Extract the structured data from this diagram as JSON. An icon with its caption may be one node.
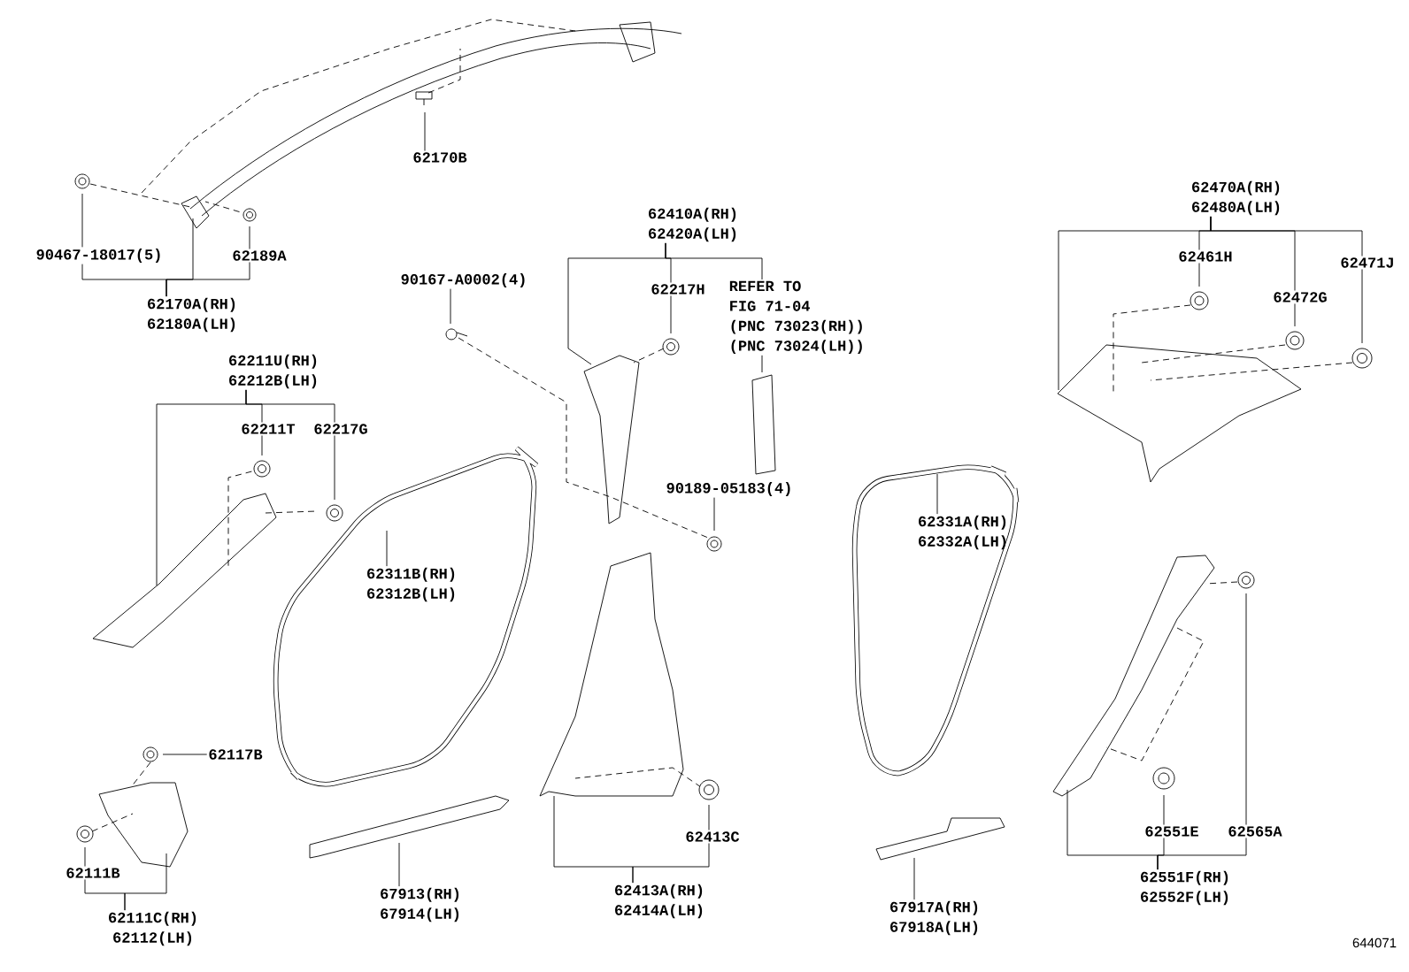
{
  "diagram": {
    "nodes": [
      {
        "text": [
          "62170B"
        ]
      },
      {
        "text": [
          "90467-18017(5)"
        ]
      },
      {
        "text": [
          "62189A"
        ]
      },
      {
        "text": [
          "62170A(RH)",
          "62180A(LH)"
        ]
      },
      {
        "text": [
          "62211U(RH)",
          "62212B(LH)"
        ]
      },
      {
        "text": [
          "62211T"
        ]
      },
      {
        "text": [
          "62217G"
        ]
      },
      {
        "text": [
          "62117B"
        ]
      },
      {
        "text": [
          "62111B"
        ]
      },
      {
        "text": [
          "62111C(RH)",
          "62112(LH)"
        ]
      },
      {
        "text": [
          "62311B(RH)",
          "62312B(LH)"
        ]
      },
      {
        "text": [
          "67913(RH)",
          "67914(LH)"
        ]
      },
      {
        "text": [
          "90167-A0002(4)"
        ]
      },
      {
        "text": [
          "62410A(RH)",
          "62420A(LH)"
        ]
      },
      {
        "text": [
          "62217H"
        ]
      },
      {
        "text": [
          "REFER TO",
          "FIG 71-04",
          "(PNC 73023(RH))",
          "(PNC 73024(LH))"
        ]
      },
      {
        "text": [
          "90189-05183(4)"
        ]
      },
      {
        "text": [
          "62413C"
        ]
      },
      {
        "text": [
          "62413A(RH)",
          "62414A(LH)"
        ]
      },
      {
        "text": [
          "62331A(RH)",
          "62332A(LH)"
        ]
      },
      {
        "text": [
          "67917A(RH)",
          "67918A(LH)"
        ]
      },
      {
        "text": [
          "62470A(RH)",
          "62480A(LH)"
        ]
      },
      {
        "text": [
          "62461H"
        ]
      },
      {
        "text": [
          "62472G"
        ]
      },
      {
        "text": [
          "62471J"
        ]
      },
      {
        "text": [
          "62551E"
        ]
      },
      {
        "text": [
          "62565A"
        ]
      },
      {
        "text": [
          "62551F(RH)",
          "62552F(LH)"
        ]
      }
    ],
    "edges": [
      {
        "from": 0,
        "to": null,
        "arrow": "none"
      },
      {
        "from": 1,
        "to": null,
        "arrow": "none"
      },
      {
        "from": 2,
        "to": null,
        "arrow": "none"
      },
      {
        "from": 3,
        "to": 1,
        "arrow": "none"
      },
      {
        "from": 3,
        "to": 2,
        "arrow": "none"
      },
      {
        "from": 3,
        "to": null,
        "arrow": "none"
      },
      {
        "from": 4,
        "to": 5,
        "arrow": "none"
      },
      {
        "from": 4,
        "to": 6,
        "arrow": "none"
      },
      {
        "from": 4,
        "to": null,
        "arrow": "none"
      },
      {
        "from": 5,
        "to": null,
        "arrow": "none"
      },
      {
        "from": 6,
        "to": null,
        "arrow": "none"
      },
      {
        "from": 7,
        "to": null,
        "arrow": "none"
      },
      {
        "from": 8,
        "to": null,
        "arrow": "none"
      },
      {
        "from": 9,
        "to": 8,
        "arrow": "none"
      },
      {
        "from": 9,
        "to": null,
        "arrow": "none"
      },
      {
        "from": 10,
        "to": null,
        "arrow": "none"
      },
      {
        "from": 11,
        "to": null,
        "arrow": "none"
      },
      {
        "from": 12,
        "to": null,
        "arrow": "none"
      },
      {
        "from": 13,
        "to": null,
        "arrow": "none"
      },
      {
        "from": 13,
        "to": 14,
        "arrow": "none"
      },
      {
        "from": 13,
        "to": 15,
        "arrow": "none"
      },
      {
        "from": 14,
        "to": null,
        "arrow": "none"
      },
      {
        "from": 15,
        "to": null,
        "arrow": "none"
      },
      {
        "from": 16,
        "to": null,
        "arrow": "none"
      },
      {
        "from": 17,
        "to": null,
        "arrow": "none"
      },
      {
        "from": 18,
        "to": 17,
        "arrow": "none"
      },
      {
        "from": 18,
        "to": null,
        "arrow": "none"
      },
      {
        "from": 19,
        "to": null,
        "arrow": "none"
      },
      {
        "from": 20,
        "to": null,
        "arrow": "none"
      },
      {
        "from": 21,
        "to": null,
        "arrow": "none"
      },
      {
        "from": 21,
        "to": 22,
        "arrow": "none"
      },
      {
        "from": 21,
        "to": 23,
        "arrow": "none"
      },
      {
        "from": 21,
        "to": 24,
        "arrow": "none"
      },
      {
        "from": 22,
        "to": null,
        "arrow": "none"
      },
      {
        "from": 23,
        "to": null,
        "arrow": "none"
      },
      {
        "from": 24,
        "to": null,
        "arrow": "none"
      },
      {
        "from": 25,
        "to": null,
        "arrow": "none"
      },
      {
        "from": 26,
        "to": null,
        "arrow": "none"
      },
      {
        "from": 27,
        "to": null,
        "arrow": "none"
      },
      {
        "from": 27,
        "to": 25,
        "arrow": "none"
      },
      {
        "from": 27,
        "to": 26,
        "arrow": "none"
      }
    ],
    "labels": [
      "644071"
    ]
  }
}
